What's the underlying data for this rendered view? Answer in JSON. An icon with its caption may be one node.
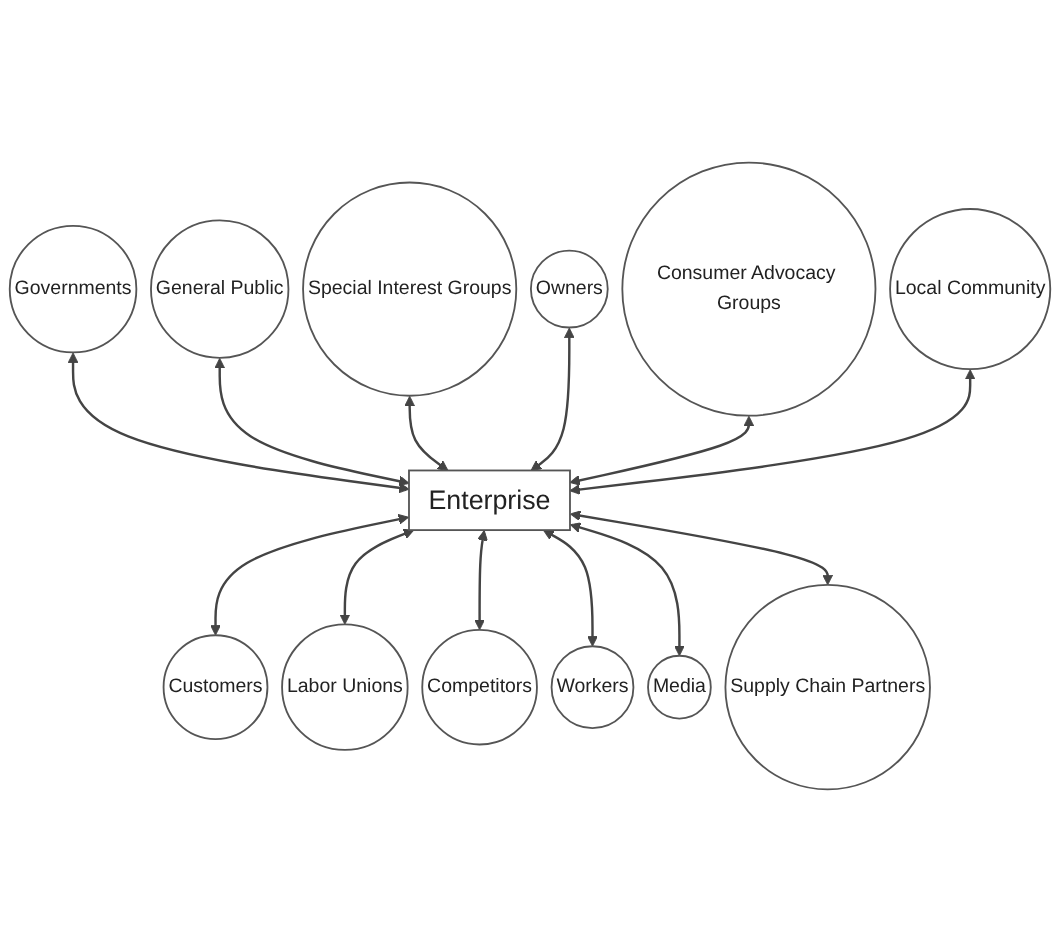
{
  "diagram": {
    "nodes": [
      {
        "text": [
          "General Public"
        ]
      },
      {
        "text": [
          "Special Interest Groups"
        ]
      },
      {
        "text": [
          "Owners"
        ]
      },
      {
        "text": [
          "Governments"
        ]
      },
      {
        "text": [
          "Consumer Advocacy Groups"
        ]
      },
      {
        "text": [
          "Local Community"
        ]
      },
      {
        "text": [
          "Enterprise"
        ]
      },
      {
        "text": [
          "Customers"
        ]
      },
      {
        "text": [
          "Labor Unions"
        ]
      },
      {
        "text": [
          "Competitors"
        ]
      },
      {
        "text": [
          "Workers"
        ]
      },
      {
        "text": [
          "Media"
        ]
      },
      {
        "text": [
          "Supply Chain Partners"
        ]
      }
    ],
    "edges": [
      {
        "from": 3,
        "to": 6,
        "arrow": "both"
      },
      {
        "from": 0,
        "to": 6,
        "arrow": "both"
      },
      {
        "from": 1,
        "to": 6,
        "arrow": "both"
      },
      {
        "from": 2,
        "to": 6,
        "arrow": "both"
      },
      {
        "from": 4,
        "to": 6,
        "arrow": "both"
      },
      {
        "from": 5,
        "to": 6,
        "arrow": "both"
      },
      {
        "from": 6,
        "to": 7,
        "arrow": "both"
      },
      {
        "from": 6,
        "to": 8,
        "arrow": "both"
      },
      {
        "from": 6,
        "to": 9,
        "arrow": "both"
      },
      {
        "from": 6,
        "to": 10,
        "arrow": "both"
      },
      {
        "from": 6,
        "to": 11,
        "arrow": "both"
      },
      {
        "from": 6,
        "to": 12,
        "arrow": "both"
      }
    ]
  }
}
